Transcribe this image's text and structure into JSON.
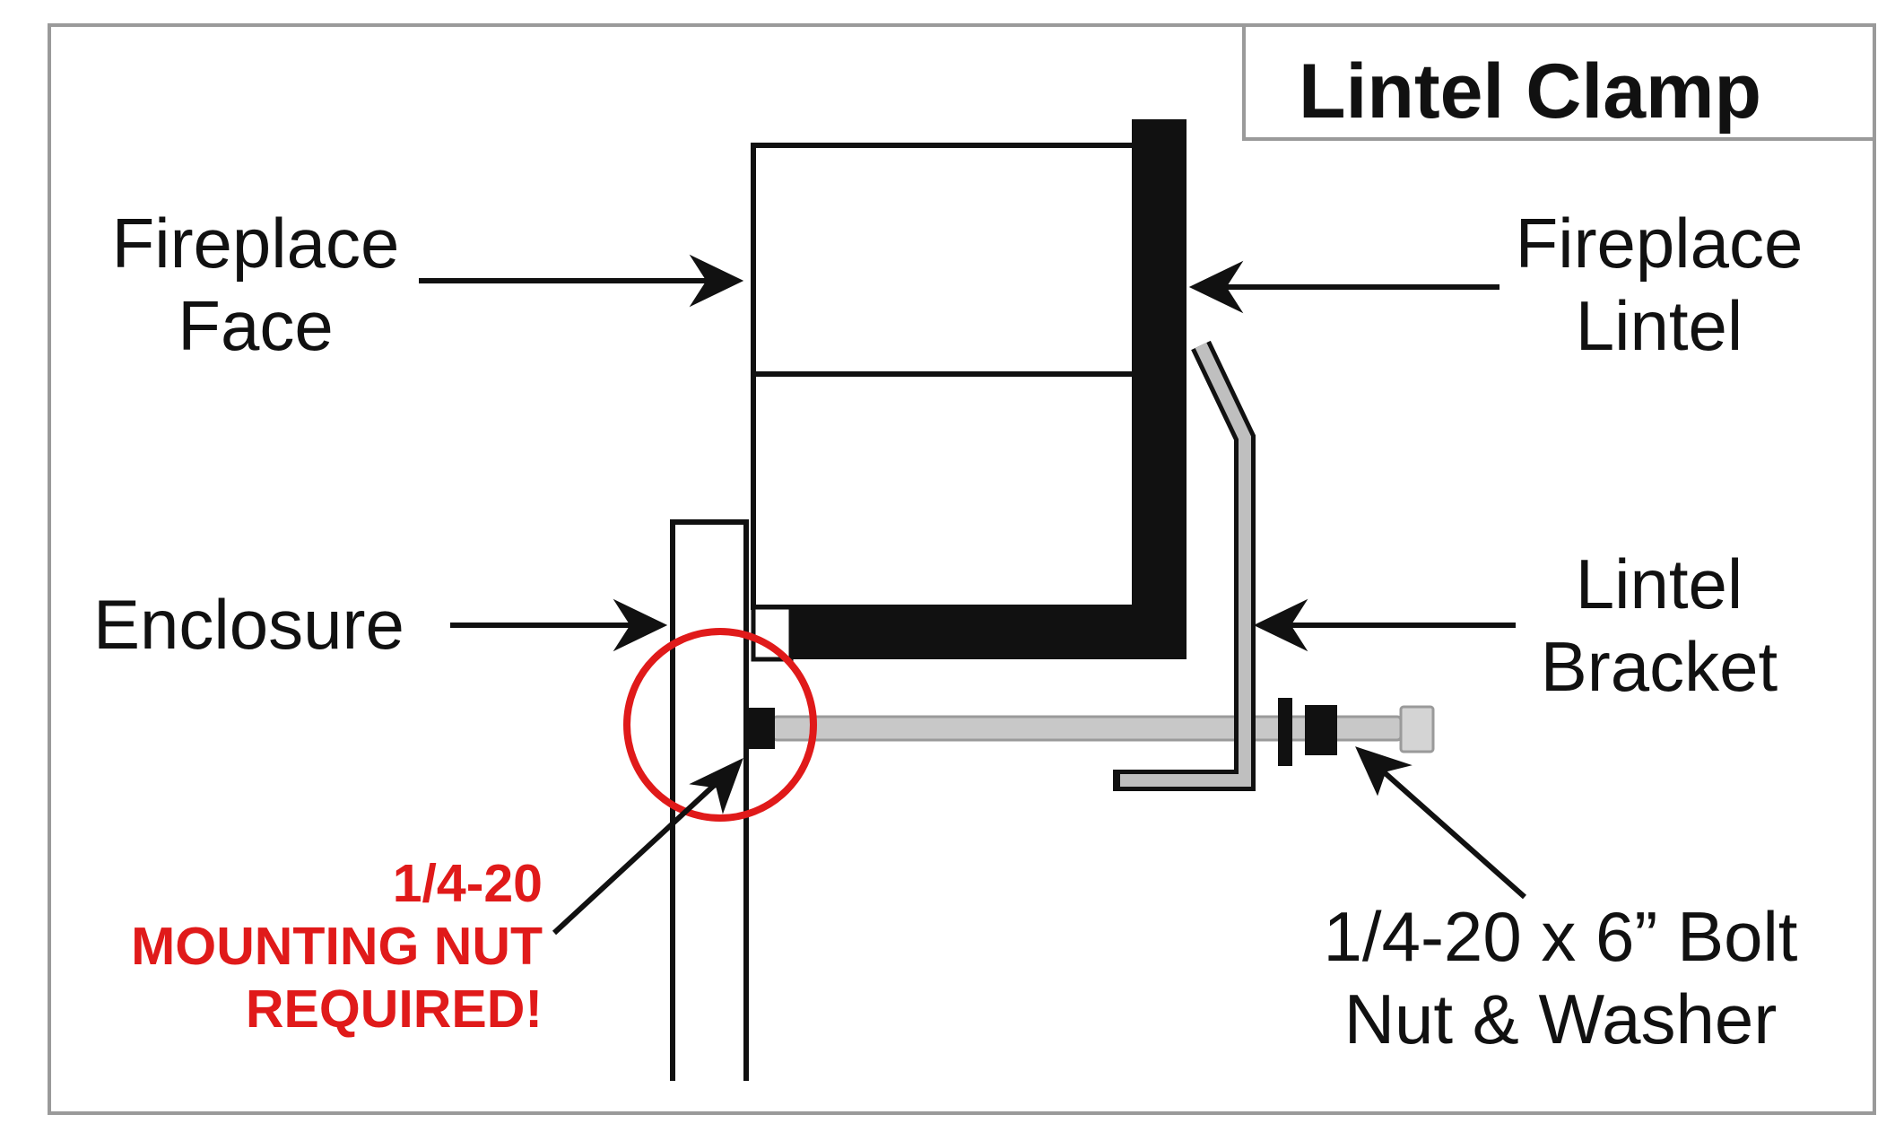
{
  "title": "Lintel Clamp",
  "labels": {
    "fireplace_face": [
      "Fireplace",
      "Face"
    ],
    "fireplace_lintel": [
      "Fireplace",
      "Lintel"
    ],
    "enclosure": "Enclosure",
    "lintel_bracket": [
      "Lintel",
      "Bracket"
    ],
    "bolt": [
      "1/4-20 x 6” Bolt",
      "Nut & Washer"
    ],
    "warning": [
      "1/4-20",
      "MOUNTING NUT",
      "REQUIRED!"
    ]
  },
  "colors": {
    "line": "#111111",
    "frame": "#9a9a9a",
    "bolt": "#c8c8c8",
    "warning": "#e01a1a"
  }
}
